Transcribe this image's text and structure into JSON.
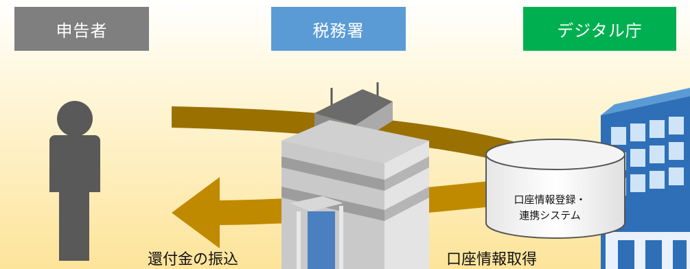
{
  "headers": {
    "declarant": {
      "label": "申告者",
      "color": "#7f7f7f"
    },
    "tax_office": {
      "label": "税務署",
      "color": "#5b9bd5"
    },
    "digital_agency": {
      "label": "デジタル庁",
      "color": "#00b050"
    }
  },
  "database": {
    "label_line1": "口座情報登録・",
    "label_line2": "連携システム"
  },
  "flows": {
    "refund_label": "還付金の振込",
    "account_info_label": "口座情報取得"
  },
  "colors": {
    "arrow": "#c08a00",
    "arrow_dark": "#9a7000",
    "background_glow": "#fde9a8"
  }
}
